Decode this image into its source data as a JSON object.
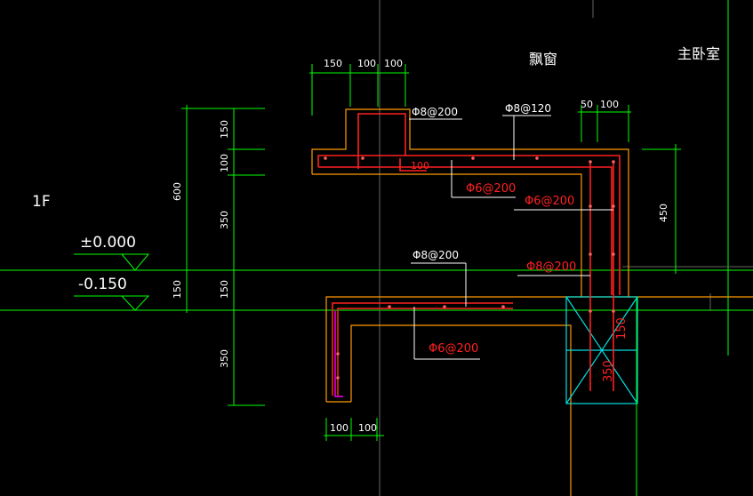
{
  "canvas": {
    "background": "#000000"
  },
  "colors": {
    "green": "#00ff00",
    "white": "#ffffff",
    "red": "#ff2020",
    "orange": "#ff9a00",
    "magenta": "#ff00ff",
    "cyan": "#00e0e0",
    "grey": "#666666",
    "darkgreen": "#006a3a"
  },
  "labels": {
    "bay_window": "飘窗",
    "master_bedroom": "主卧室",
    "floor": "1F",
    "elev_0": "±0.000",
    "elev_neg": "-0.150"
  },
  "rebar": {
    "r_phi8_200_top": "Φ8@200",
    "r_phi8_120": "Φ8@120",
    "r_phi6_200_a": "Φ6@200",
    "r_phi6_200_b": "Φ6@200",
    "r_phi8_200_mid": "Φ8@200",
    "r_phi8_200_right": "Φ8@200",
    "r_phi6_200_low": "Φ6@200"
  },
  "dimensions": {
    "top_150": "150",
    "top_100a": "100",
    "top_100b": "100",
    "rt_50": "50",
    "rt_100": "100",
    "bot_100a": "100",
    "bot_100b": "100",
    "v_600": "600",
    "v_150a": "150",
    "v_100": "100",
    "v_350a": "350",
    "v_150b": "150",
    "v_150c": "150",
    "v_350b": "350",
    "v_450": "450",
    "col_150": "150",
    "col_350": "350",
    "slab_100": "100"
  }
}
